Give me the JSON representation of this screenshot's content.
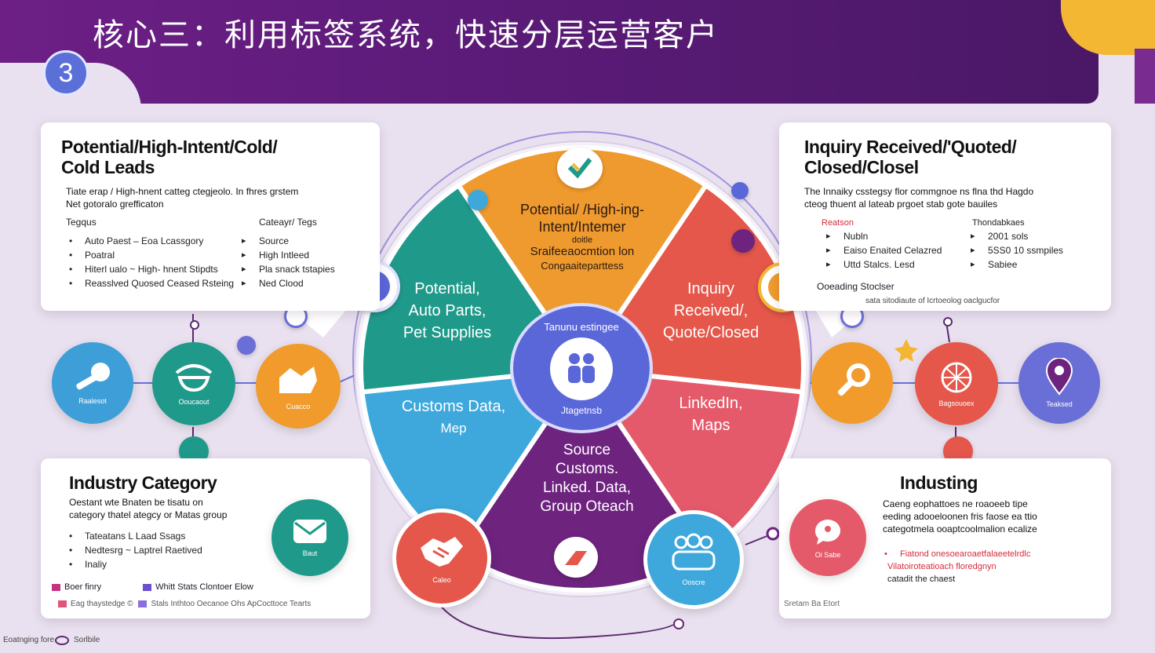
{
  "header": {
    "title": "核心三：利用标签系统，快速分层运营客户",
    "step_number": "3"
  },
  "card_leads": {
    "title_line1": "Potential/High-Intent/Cold/",
    "title_line2": "Cold Leads",
    "desc_line1": "Tiate erap / High-hnent catteg ctegjeolo. In fhres grstem",
    "desc_line2": "Net gotoralo grefficaton",
    "col_left_header": "Tegqus",
    "col_right_header": "Cateayr/ Tegs",
    "left_items": [
      "Auto Paest – Eoa Lcassgory",
      "Poatral",
      "Hiterl ualo ~ High- hnent Stipdts",
      "Reasslved Quosed Ceased Rsteing"
    ],
    "right_items": [
      "Source",
      "High Intleed",
      "Pla snack tstapies",
      "Ned Clood"
    ]
  },
  "card_inquiry": {
    "title_line1": "Inquiry Received/'Quoted/",
    "title_line2": "Closed/Closel",
    "desc_line1": "The Innaiky csstegsy flor commgnoe ns flna thd Hagdo",
    "desc_line2": "cteog thuent al lateab prgoet stab gote bauiles",
    "col_left_header": "Reatson",
    "col_right_header": "Thondabkaes",
    "left_items": [
      "Nubln",
      "Eaiso Enaited Celazred",
      "Uttd Stalcs. Lesd"
    ],
    "right_items": [
      "2001 sols",
      "5SS0 10 ssmpiles",
      "Sabiee"
    ],
    "footer_label": "Ooeading Stoclser",
    "footer_note": "sata sitodiaute of Icrtoeolog oaclgucfor"
  },
  "card_industry": {
    "title": "Industry Category",
    "desc_line1": "Oestant wte Bnaten be tisatu on",
    "desc_line2": "category thatel ategcy or Matas group",
    "items": [
      "Tateatans L Laad Ssags",
      "Nedtesrg ~ Laptrel Raetived",
      "Inaliy"
    ],
    "legend": [
      {
        "label": "Boer finry",
        "color": "#c4337f"
      },
      {
        "label": "Whitt Stats Clontoer Elow",
        "color": "#6a4fcf"
      }
    ],
    "legend2": [
      {
        "label": "Eag thaystedge ©",
        "color": "#e0567a"
      },
      {
        "label": "Stals Inthtoo Oecanoe Ohs ApCocttoce Tearts",
        "color": "#8a70dc"
      }
    ]
  },
  "card_industing": {
    "title": "Industing",
    "desc_line1": "Caeng eophattoes ne roaoeeb tipe",
    "desc_line2": "eeding adooeloonen fris faose ea ttio",
    "desc_line3": "categotmela ooaptcoolmalion ecalize",
    "red_items": [
      "Fiatond onesoearoaetfalaeetelrdlc",
      "Vilatoiroteatioach floredgnyn"
    ],
    "tail": "catadit the chaest",
    "footer_note": "Sretam Ba Etort"
  },
  "wheel": {
    "seg_top_line1": "Potential/ /High-ing-",
    "seg_top_line2": "Intent/Intemer",
    "seg_top_small": "Sraifeeaocmtion lon",
    "seg_top_small2": "Congaaiteparttess",
    "seg_top_tiny": "doitle",
    "seg_left_line1": "Potential,",
    "seg_left_line2": "Auto Parts,",
    "seg_left_line3": "Pet Supplies",
    "seg_right_line1": "Inquiry",
    "seg_right_line2": "Received/,",
    "seg_right_line3": "Quote/Closed",
    "seg_bl_line1": "Customs Data,",
    "seg_bl_line2": "Mep",
    "seg_br_line1": "LinkedIn,",
    "seg_br_line2": "Maps",
    "seg_bottom_line1": "Source",
    "seg_bottom_line2": "Customs.",
    "seg_bottom_line3": "Linked. Data,",
    "seg_bottom_line4": "Group Oteach",
    "hub_text_top": "Tanunu estingee",
    "hub_text_bottom": "Jtagetnsb",
    "colors": {
      "top": "#ef9a2e",
      "left": "#1f9a8a",
      "right": "#e4574a",
      "bl": "#3ea8dc",
      "br": "#e55a6b",
      "bottom": "#6e237f",
      "hub": "#5a67d8"
    }
  },
  "left_icons": [
    {
      "caption": "Raalesot",
      "color": "#3e9fd8",
      "icon": "key-icon"
    },
    {
      "caption": "Ooucaout",
      "color": "#1f9a8a",
      "icon": "bowl-icon"
    },
    {
      "caption": "Cuacco",
      "color": "#f09b2c",
      "icon": "dog-icon"
    }
  ],
  "right_icons": [
    {
      "caption": "",
      "color": "#f09b2c",
      "icon": "wrench-icon"
    },
    {
      "caption": "Bagsouoex",
      "color": "#e4574a",
      "icon": "network-icon"
    },
    {
      "caption": "Teaksed",
      "color": "#6a6fd8",
      "icon": "map-pin-icon"
    }
  ],
  "bottom_icons": [
    {
      "caption": "Baut",
      "color": "#1f9a8a",
      "icon": "mail-icon"
    },
    {
      "caption": "Caleo",
      "color": "#e4574a",
      "icon": "handshake-icon"
    },
    {
      "caption": "Ooscre",
      "color": "#3ea8dc",
      "icon": "group-icon"
    },
    {
      "caption": "Oi Sabe",
      "color": "#e55a6b",
      "icon": "chat-icon"
    }
  ],
  "page_footer": {
    "left": "Eoatnging fore",
    "right": "Sorlbile"
  }
}
